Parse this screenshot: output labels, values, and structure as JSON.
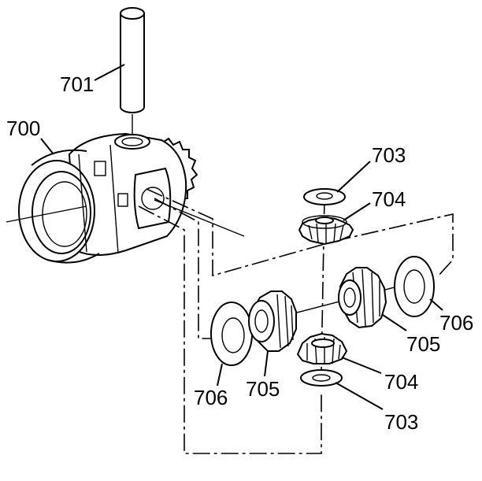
{
  "labels": {
    "pin": "701",
    "case": "700",
    "washer_upper": "703",
    "pinion_upper": "704",
    "side_gear_right": "705",
    "washer_right": "706",
    "washer_left": "706",
    "side_gear_left": "705",
    "pinion_lower": "704",
    "washer_lower": "703"
  }
}
